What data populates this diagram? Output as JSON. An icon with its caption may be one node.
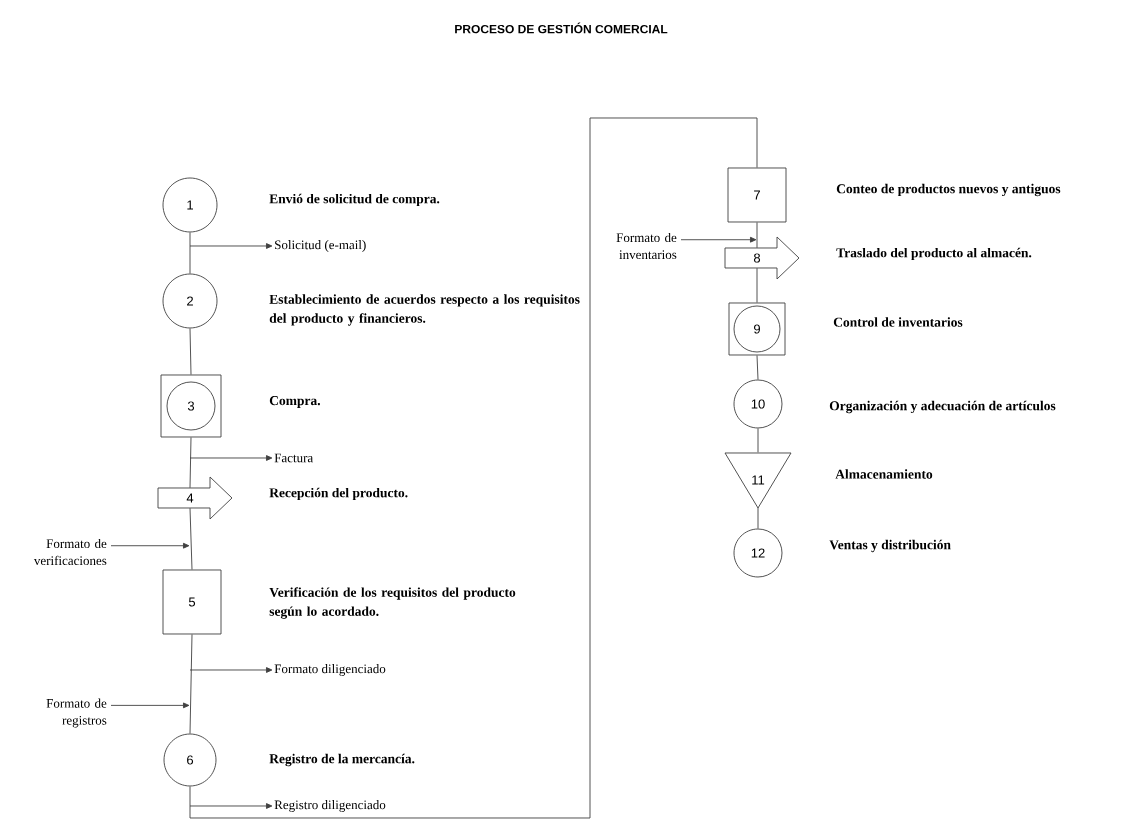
{
  "diagram": {
    "title": "PROCESO DE GESTIÓN COMERCIAL",
    "nodes": [
      {
        "text": [
          "1"
        ],
        "beside": [
          "Envió de solicitud de compra."
        ]
      },
      {
        "text": [
          "Solicitud (e-mail)"
        ]
      },
      {
        "text": [
          "2"
        ],
        "beside": [
          "Establecimiento de acuerdos respecto a los requisitos del producto y financieros."
        ]
      },
      {
        "text": [],
        "shape": "box",
        "beside": [
          "Compra."
        ]
      },
      {
        "text": [
          "3"
        ],
        "in": 3
      },
      {
        "text": [
          "Factura"
        ]
      },
      {
        "text": [
          "4"
        ],
        "beside": [
          "Recepción del producto."
        ]
      },
      {
        "text": [
          "Formato de verificaciones"
        ]
      },
      {
        "text": [
          "5"
        ],
        "beside": [
          "Verificación de los requisitos del producto según lo acordado."
        ]
      },
      {
        "text": [
          "Formato diligenciado"
        ]
      },
      {
        "text": [
          "Formato de registros"
        ]
      },
      {
        "text": [
          "6"
        ],
        "beside": [
          "Registro de la mercancía."
        ]
      },
      {
        "text": [
          "Registro diligenciado"
        ]
      },
      {
        "text": [
          "7"
        ],
        "beside": [
          "Conteo de productos nuevos y antiguos"
        ]
      },
      {
        "text": [
          "Formato de inventarios"
        ]
      },
      {
        "text": [
          "8"
        ],
        "beside": [
          "Traslado del producto al almacén."
        ]
      },
      {
        "text": [],
        "shape": "box",
        "beside": [
          "Control de inventarios"
        ]
      },
      {
        "text": [
          "9"
        ],
        "in": 16
      },
      {
        "text": [
          "10"
        ],
        "beside": [
          "Organización y adecuación de artículos"
        ]
      },
      {
        "text": [
          "11"
        ],
        "beside": [
          "Almacenamiento"
        ]
      },
      {
        "text": [
          "12"
        ],
        "beside": [
          "Ventas y distribución"
        ]
      }
    ],
    "edges": [
      {
        "from": 0,
        "to": 2,
        "arrow": "none"
      },
      {
        "from": null,
        "to": 1,
        "arrow": "to"
      },
      {
        "from": 2,
        "to": 3,
        "arrow": "none"
      },
      {
        "from": 3,
        "to": 6,
        "arrow": "none"
      },
      {
        "from": null,
        "to": 5,
        "arrow": "to"
      },
      {
        "from": 6,
        "to": 8,
        "arrow": "none"
      },
      {
        "from": 7,
        "to": null,
        "arrow": "to"
      },
      {
        "from": 8,
        "to": 11,
        "arrow": "none"
      },
      {
        "from": null,
        "to": 9,
        "arrow": "to"
      },
      {
        "from": 10,
        "to": null,
        "arrow": "to"
      },
      {
        "from": 11,
        "to": 13,
        "arrow": "none"
      },
      {
        "from": null,
        "to": 12,
        "arrow": "to"
      },
      {
        "from": 13,
        "to": 15,
        "arrow": "none"
      },
      {
        "from": 14,
        "to": 15,
        "arrow": "to"
      },
      {
        "from": 15,
        "to": 16,
        "arrow": "none"
      },
      {
        "from": 16,
        "to": 18,
        "arrow": "none"
      },
      {
        "from": 18,
        "to": 19,
        "arrow": "none"
      },
      {
        "from": 19,
        "to": 20,
        "arrow": "none"
      }
    ]
  }
}
